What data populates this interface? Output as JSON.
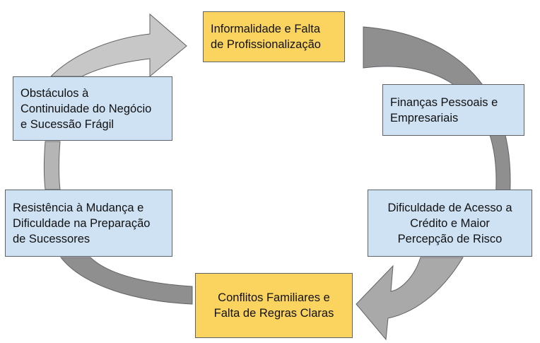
{
  "boxes": [
    {
      "text": "Informalidade e Falta\nde Profissionalização",
      "fill": "#fbd45f"
    },
    {
      "text": "Finanças Pessoais e\nEmpresariais",
      "fill": "#cfe2f3"
    },
    {
      "text": "Dificuldade de Acesso a\nCrédito e Maior\nPercepção de Risco",
      "fill": "#cfe2f3"
    },
    {
      "text": "Conflitos Familiares e\nFalta de Regras Claras",
      "fill": "#fbd45f"
    },
    {
      "text": "Resistência à Mudança e\nDificuldade na Preparação\nde Sucessores",
      "fill": "#cfe2f3"
    },
    {
      "text": "Obstáculos à\nContinuidade do Negócio\ne Sucessão Frágil",
      "fill": "#cfe2f3"
    }
  ],
  "colors": {
    "arrow_dark": "#8f8f8f",
    "arrow_mid": "#a9a9a9",
    "arrow_light": "#c7c7c7",
    "border": "#5f6368"
  }
}
